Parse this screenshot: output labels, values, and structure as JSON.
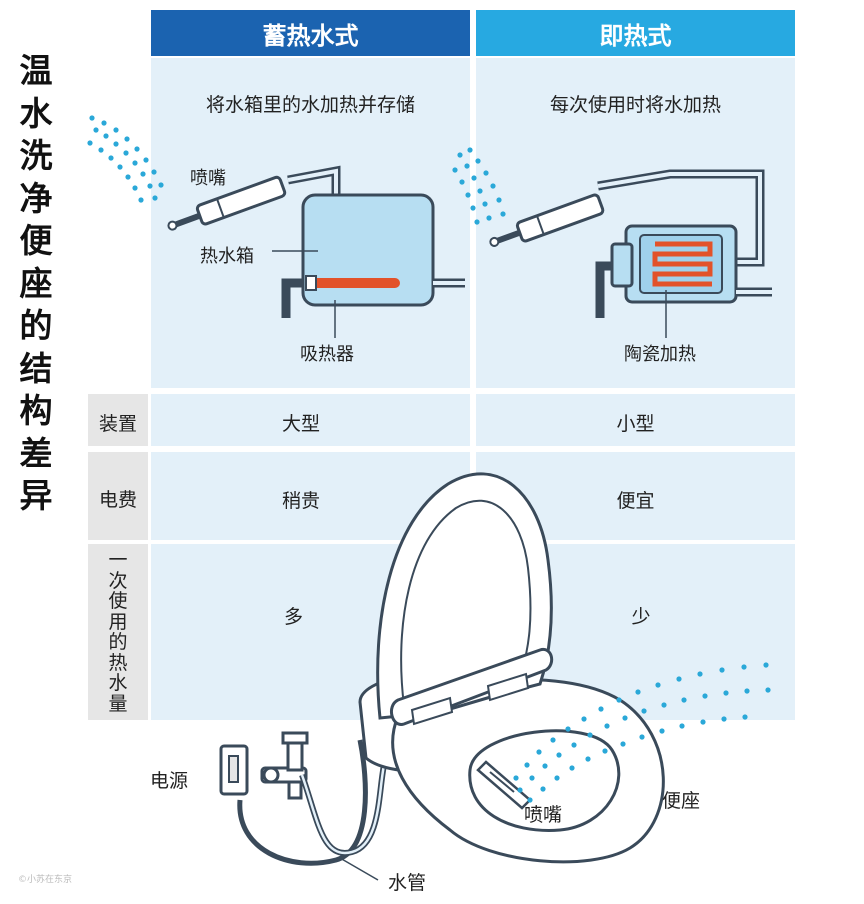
{
  "title": "温水洗净便座的结构差异",
  "columns": [
    {
      "header": "蓄热水式",
      "description": "将水箱里的水加热并存储"
    },
    {
      "header": "即热式",
      "description": "每次使用时将水加热"
    }
  ],
  "rows": [
    {
      "label": "装置",
      "values": [
        "大型",
        "小型"
      ]
    },
    {
      "label": "电费",
      "values": [
        "稍贵",
        "便宜"
      ]
    },
    {
      "label": "一次使用的热水量",
      "values": [
        "多",
        "少"
      ]
    }
  ],
  "diagram_labels": {
    "nozzle_left": "喷嘴",
    "hot_water_tank": "热水箱",
    "heat_absorber": "吸热器",
    "ceramic_heating": "陶瓷加热",
    "power": "电源",
    "water_pipe": "水管",
    "nozzle_bottom": "喷嘴",
    "seat": "便座"
  },
  "colors": {
    "header_storage": "#1b63b0",
    "header_instant": "#27a9e1",
    "cell_bg": "#e3f0f9",
    "label_bg": "#e6e6e6",
    "heater": "#e2522a",
    "water_spray": "#2aa8d8"
  },
  "watermark": "©小苏在东京"
}
